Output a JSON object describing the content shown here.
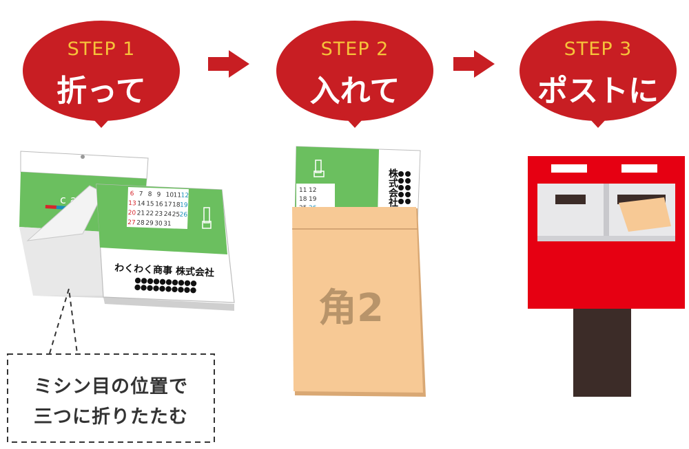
{
  "colors": {
    "bubble_red": "#c81e23",
    "step_yellow": "#f6c33a",
    "calendar_green": "#6bbf5f",
    "envelope": "#f7c995",
    "postbox_red": "#e60012",
    "post_dark": "#3c2c28"
  },
  "steps": [
    {
      "step": "STEP 1",
      "title": "折って"
    },
    {
      "step": "STEP 2",
      "title": "入れて"
    },
    {
      "step": "STEP 3",
      "title": "ポストに"
    }
  ],
  "calendar": {
    "company": "わくわく商事 株式会社",
    "partial_word": "cal",
    "dates": [
      [
        "6",
        "7",
        "8",
        "9",
        "10",
        "11",
        "12"
      ],
      [
        "13",
        "14",
        "15",
        "16",
        "17",
        "18",
        "19"
      ],
      [
        "20",
        "21",
        "22",
        "23",
        "24",
        "25",
        "26"
      ],
      [
        "27",
        "28",
        "29",
        "30",
        "31",
        "",
        ""
      ]
    ]
  },
  "envelope": {
    "label": "角2",
    "company": "株式会社",
    "dates": [
      [
        "11",
        "12"
      ],
      [
        "18",
        "19"
      ],
      [
        "25",
        "26"
      ]
    ]
  },
  "note": {
    "line1": "ミシン目の位置で",
    "line2": "三つに折りたたむ"
  },
  "icons": [
    "arrow-right-icon",
    "postbox-icon"
  ]
}
